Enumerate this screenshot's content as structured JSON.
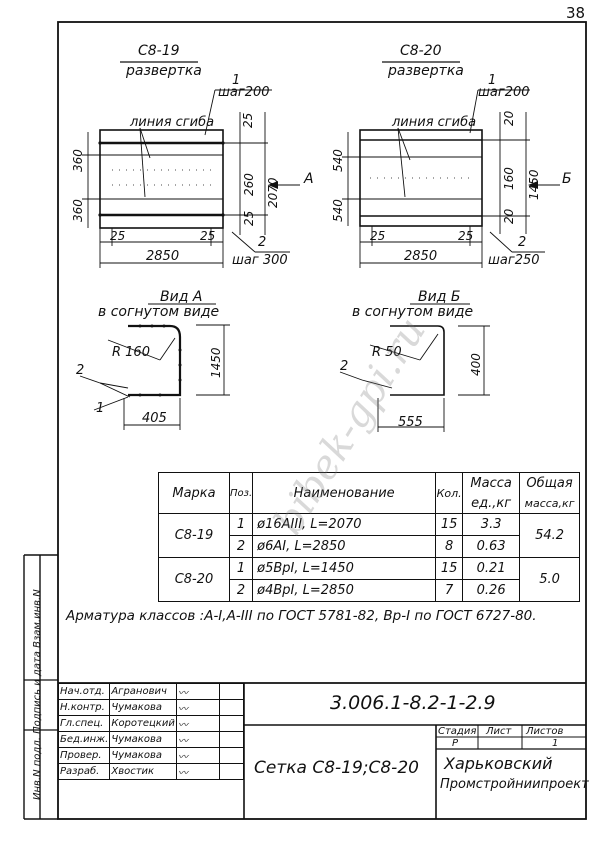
{
  "page_number": "38",
  "watermark": "bibek-gpi.ru",
  "side_label": "Инв.N подл. Подпись и дата Взам.инв.N",
  "drawings": {
    "c819": {
      "title": "С8-19",
      "subtitle": "развертка",
      "pos1": "1",
      "step_top": "шаг200",
      "bend_label": "линия сгиба",
      "dim_top_25": "25",
      "dim_260": "260",
      "dim_2070": "2070",
      "dim_bot_25": "25",
      "left_360_top": "360",
      "left_360_bot": "360",
      "dim_25_left": "25",
      "dim_25_right": "25",
      "dim_2850": "2850",
      "pos2": "2",
      "step_bottom": "шаг 300",
      "view_arrow": "А"
    },
    "c820": {
      "title": "С8-20",
      "subtitle": "развертка",
      "pos1": "1",
      "step_top": "шаг200",
      "bend_label": "линия сгиба",
      "dim_20_top": "20",
      "dim_160": "160",
      "dim_1450": "1450",
      "dim_20_bot": "20",
      "left_540_top": "540",
      "left_540_bot": "540",
      "dim_25_left": "25",
      "dim_25_right": "25",
      "dim_2850": "2850",
      "pos2": "2",
      "step_bottom": "шаг250",
      "view_arrow": "Б"
    },
    "view_a": {
      "title": "Вид А",
      "subtitle": "в согнутом виде",
      "radius": "R 160",
      "height": "1450",
      "width": "405",
      "pos1": "1",
      "pos2": "2"
    },
    "view_b": {
      "title": "Вид Б",
      "subtitle": "в согнутом виде",
      "radius": "R 50",
      "height": "400",
      "width": "555",
      "pos2": "2"
    }
  },
  "spec_table": {
    "headers": {
      "mark": "Марка",
      "pos": "Поз.",
      "name": "Наименование",
      "qty": "Кол.",
      "mass_unit_1": "Масса",
      "mass_unit_2": "ед.,кг",
      "mass_total_1": "Общая",
      "mass_total_2": "масса,кг"
    },
    "groups": [
      {
        "mark": "С8-19",
        "total": "54.2",
        "rows": [
          {
            "pos": "1",
            "name": "ø16АIII, L=2070",
            "qty": "15",
            "mass": "3.3"
          },
          {
            "pos": "2",
            "name": "ø6АI, L=2850",
            "qty": "8",
            "mass": "0.63"
          }
        ]
      },
      {
        "mark": "С8-20",
        "total": "5.0",
        "rows": [
          {
            "pos": "1",
            "name": "ø5ВрI, L=1450",
            "qty": "15",
            "mass": "0.21"
          },
          {
            "pos": "2",
            "name": "ø4ВрI, L=2850",
            "qty": "7",
            "mass": "0.26"
          }
        ]
      }
    ]
  },
  "note": "Арматура классов :А-I,А-III по ГОСТ 5781-82, Вр-I по ГОСТ 6727-80.",
  "stamp": {
    "doc_code": "3.006.1-8.2-1-2.9",
    "title": "Сетка С8-19;С8-20",
    "org_1": "Харьковский",
    "org_2": "Промстройниипроект",
    "col_stage": "Стадия",
    "col_sheet": "Лист",
    "col_sheets": "Листов",
    "stage": "Р",
    "sheets": "1",
    "people": [
      {
        "role": "Нач.отд.",
        "name": "Агранович"
      },
      {
        "role": "Н.контр.",
        "name": "Чумакова"
      },
      {
        "role": "Гл.спец.",
        "name": "Коротецкий"
      },
      {
        "role": "Бед.инж.",
        "name": "Чумакова"
      },
      {
        "role": "Провер.",
        "name": "Чумакова"
      },
      {
        "role": "Разраб.",
        "name": "Хвостик"
      }
    ]
  }
}
